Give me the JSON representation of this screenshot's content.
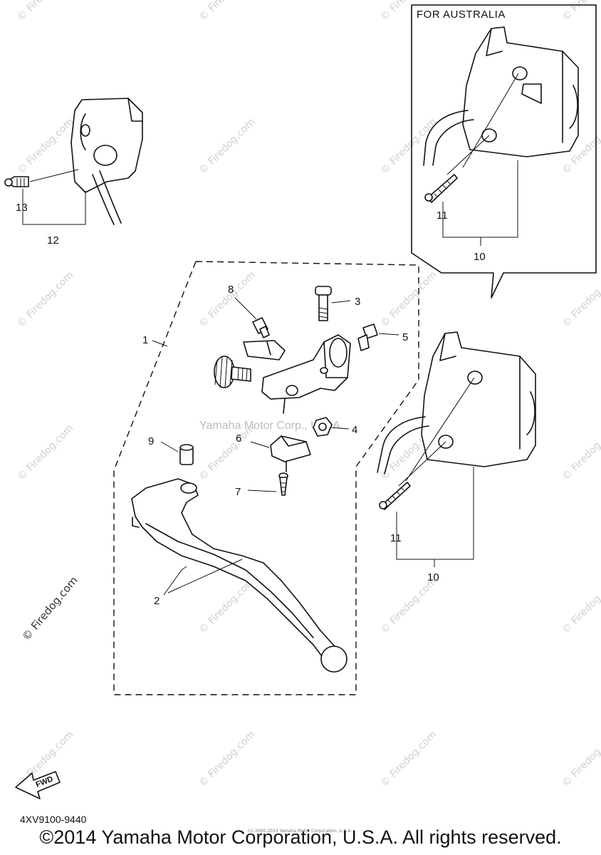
{
  "diagram": {
    "inset_title": "FOR AUSTRALIA",
    "watermark_text": "© Firedog.com",
    "watermark_corp": "Yamaha Motor Corp., U.S.A.",
    "fwd_label": "FWD",
    "part_code": "4XV9100-9440",
    "copyright": "©2014 Yamaha Motor Corporation, U.S.A. All rights reserved.",
    "small_copyright": "(c) 2000-2013 Yamaha Motor Corporation, U.S.A.",
    "callouts": {
      "n1": "1",
      "n2": "2",
      "n3": "3",
      "n4": "4",
      "n5": "5",
      "n6": "6",
      "n7": "7",
      "n8": "8",
      "n9": "9",
      "n10a": "10",
      "n10b": "10",
      "n11a": "11",
      "n11b": "11",
      "n12": "12",
      "n13": "13"
    }
  }
}
